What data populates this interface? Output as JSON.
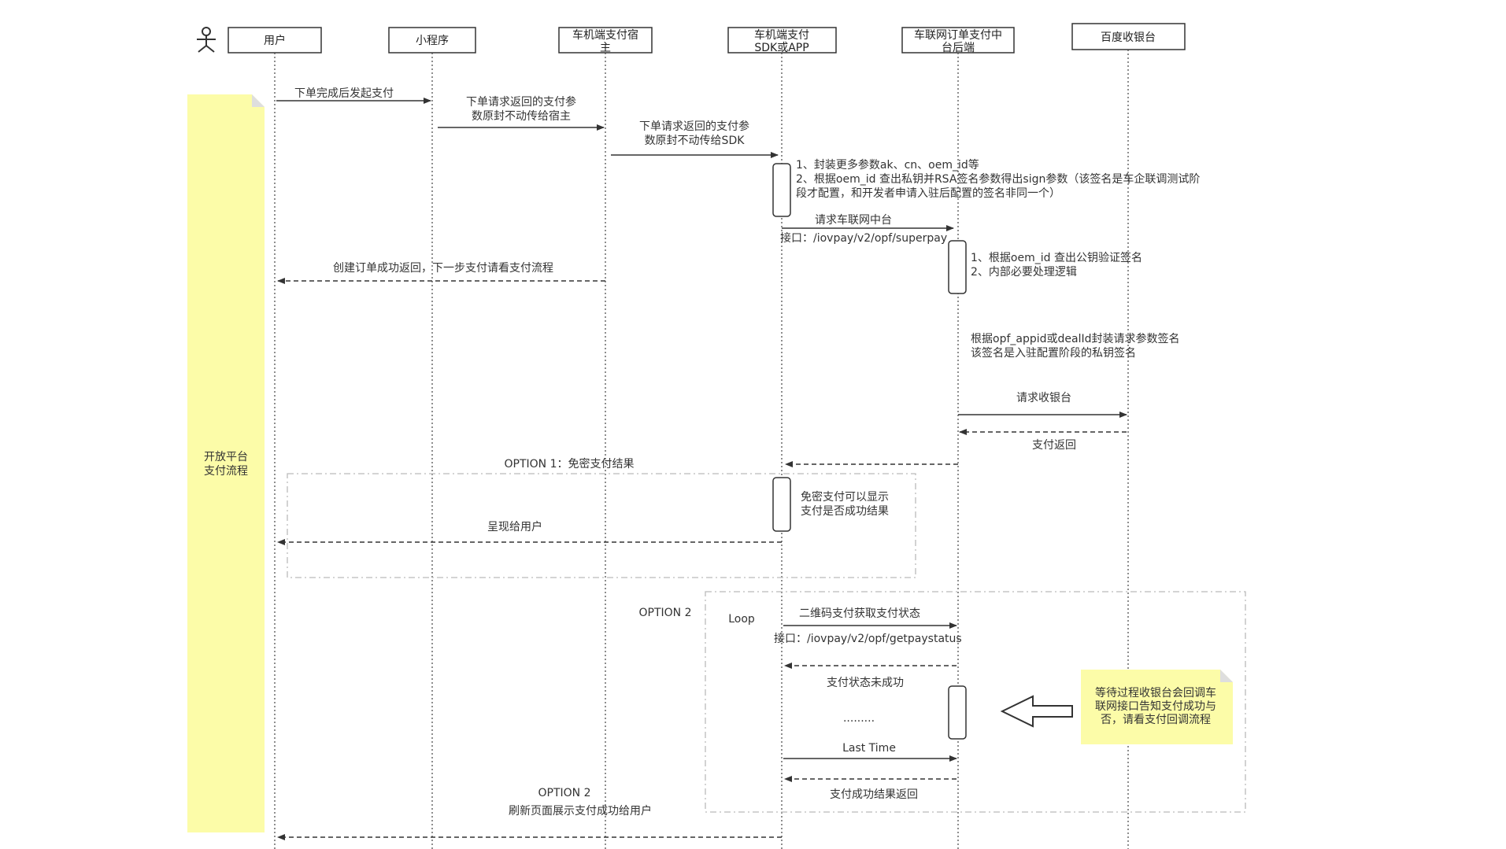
{
  "participants": [
    "用户",
    "小程序",
    "车机端支付宿主",
    "车机端支付SDK或APP",
    "车联网订单支付中台后端",
    "百度收银台"
  ],
  "participants_display": [
    [
      "用户"
    ],
    [
      "小程序"
    ],
    [
      "车机端支付宿",
      "主"
    ],
    [
      "车机端支付",
      "SDK或APP"
    ],
    [
      "车联网订单支付中",
      "台后端"
    ],
    [
      "百度收银台"
    ]
  ],
  "side_note": [
    "开放平台",
    "支付流程"
  ],
  "messages": {
    "m1": [
      "下单完成后发起支付"
    ],
    "m2": [
      "下单请求返回的支付参",
      "数原封不动传给宿主"
    ],
    "m3": [
      "下单请求返回的支付参",
      "数原封不动传给SDK"
    ],
    "sdk_note": [
      "1、封装更多参数ak、cn、oem_id等",
      "2、根据oem_id 查出私钥并RSA签名参数得出sign参数（该签名是车企联调测试阶",
      "段才配置，和开发者申请入驻后配置的签名非同一个）"
    ],
    "m4": [
      "请求车联网中台",
      "接口：/iovpay/v2/opf/superpay"
    ],
    "backend_note": [
      "1、根据oem_id 查出公钥验证签名",
      "2、内部必要处理逻辑"
    ],
    "m5": [
      "创建订单成功返回，下一步支付请看支付流程"
    ],
    "sign_note": [
      "根据opf_appid或dealId封装请求参数签名",
      "该签名是入驻配置阶段的私钥签名"
    ],
    "m6": [
      "请求收银台"
    ],
    "m7": [
      "支付返回"
    ],
    "opt1_label": [
      "OPTION 1：免密支付结果"
    ],
    "opt1_note": [
      "免密支付可以显示",
      "支付是否成功结果"
    ],
    "m8": [
      "呈现给用户"
    ],
    "opt2_label": [
      "OPTION 2"
    ],
    "loop_label": [
      "Loop"
    ],
    "m9": [
      "二维码支付获取支付状态",
      "接口：/iovpay/v2/opf/getpaystatus"
    ],
    "m10": [
      "支付状态未成功"
    ],
    "dots": [
      "........."
    ],
    "m11": [
      "Last Time"
    ],
    "m12": [
      "支付成功结果返回"
    ],
    "callback_note": [
      "等待过程收银台会回调车",
      "联网接口告知支付成功与",
      "否，请看支付回调流程"
    ],
    "final": [
      "OPTION 2",
      "刷新页面展示支付成功给用户"
    ]
  },
  "colors": {
    "note_yellow": "#fcfca8",
    "line": "#333333",
    "frame": "#bbbbbb"
  }
}
